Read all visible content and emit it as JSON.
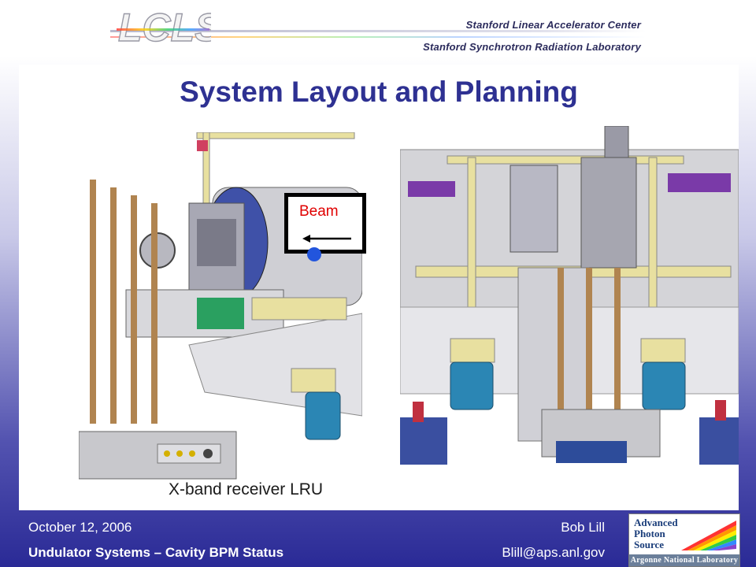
{
  "header": {
    "logo_text": "LCLS",
    "org_line1": "Stanford Linear Accelerator Center",
    "org_line2": "Stanford Synchrotron Radiation Laboratory"
  },
  "slide": {
    "title": "System Layout and Planning",
    "beam_label": "Beam",
    "caption": "X-band receiver LRU"
  },
  "footer": {
    "date": "October 12, 2006",
    "author": "Bob Lill",
    "talk_title": "Undulator Systems – Cavity BPM Status",
    "email": "Blill@aps.anl.gov"
  },
  "aps_logo": {
    "line1": "Advanced",
    "line2": "Photon",
    "line3": "Source",
    "lab": "Argonne National Laboratory"
  }
}
